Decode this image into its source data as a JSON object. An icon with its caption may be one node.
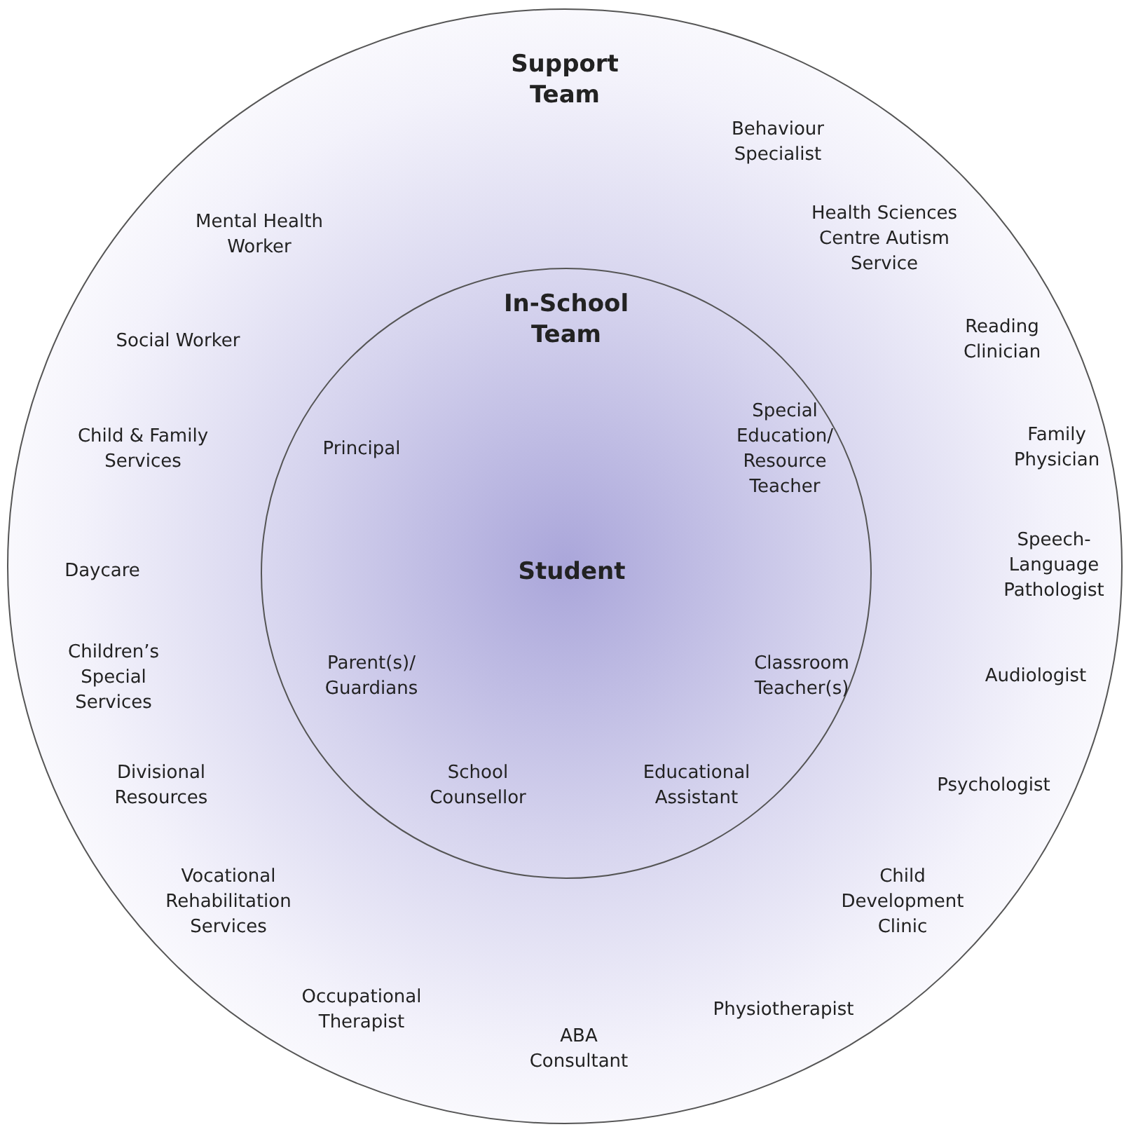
{
  "diagram": {
    "nodes": [
      {
        "text": [
          "Support Team"
        ]
      },
      {
        "text": [
          "In-School Team"
        ],
        "in": 0
      }
    ],
    "labels": [
      "Behaviour Specialist",
      "Mental Health Worker",
      "Health Sciences Centre Autism Service",
      "Social Worker",
      "Reading Clinician",
      "Child & Family Services",
      "Principal",
      "Special Education/ Resource Teacher",
      "Family Physician",
      "Daycare",
      "Student",
      "Speech-Language Pathologist",
      "Children’s Special Services",
      "Parent(s)/ Guardians",
      "Classroom Teacher(s)",
      "Audiologist",
      "Divisional Resources",
      "School Counsellor",
      "Educational Assistant",
      "Psychologist",
      "Vocational Rehabilitation Services",
      "Child Development Clinic",
      "Occupational Therapist",
      "Physiotherapist",
      "ABA Consultant"
    ]
  }
}
